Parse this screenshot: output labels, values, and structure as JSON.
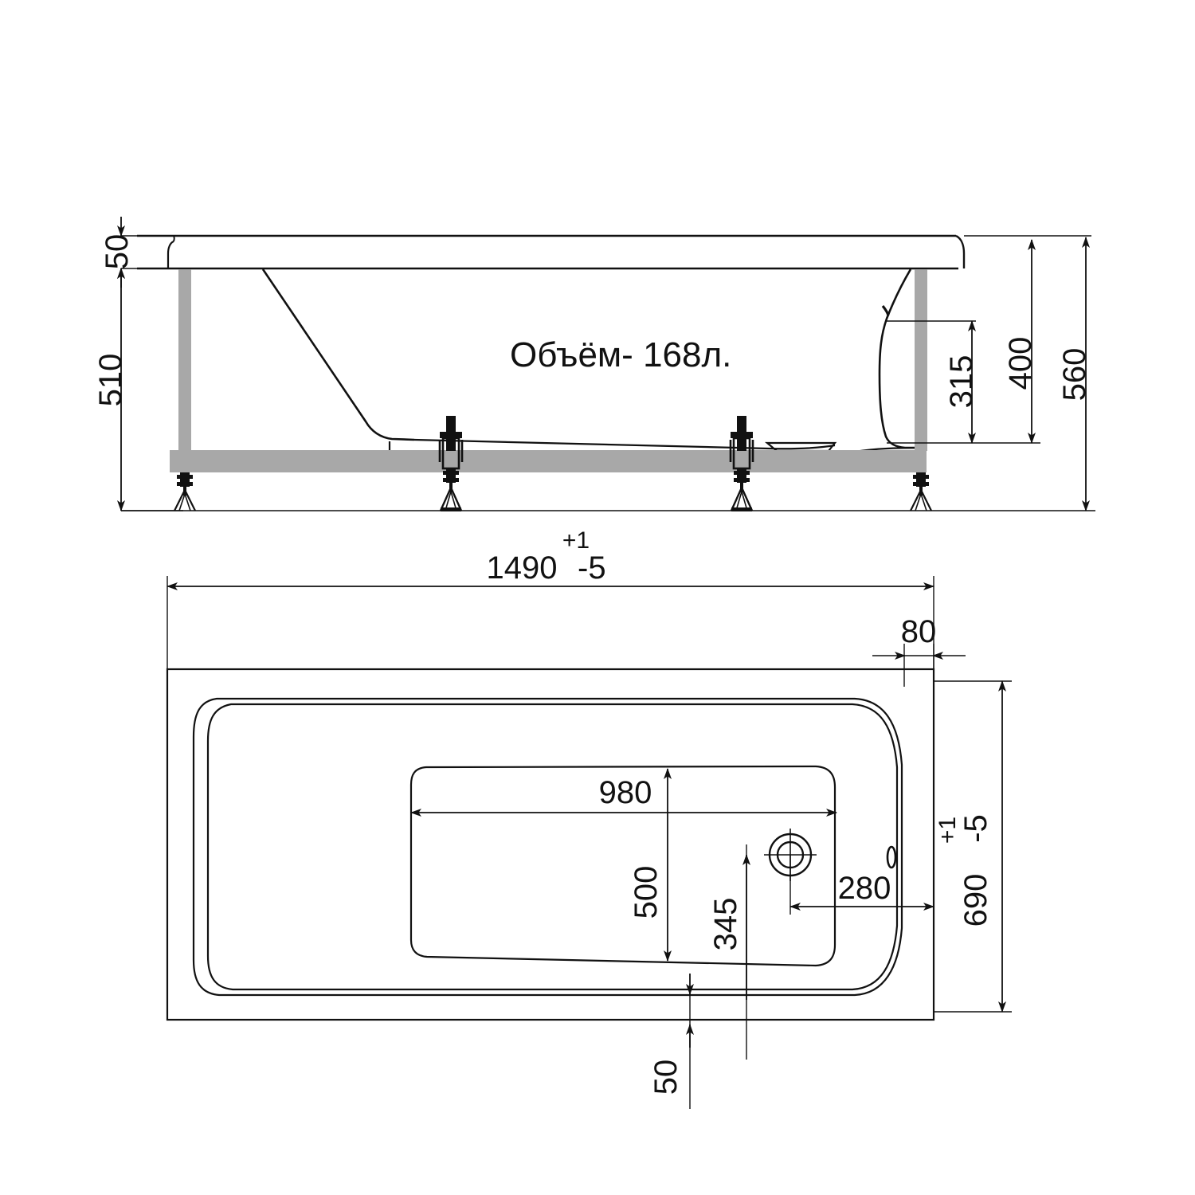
{
  "drawing": {
    "title": "Bathtub technical drawing",
    "units": "mm",
    "volume_note": "Объём- 168л.",
    "line_color": "#111111",
    "leg_color": "#a8a8a8",
    "background": "#ffffff"
  },
  "side_view": {
    "name": "side-elevation",
    "dimensions": {
      "rim_thickness": "50",
      "body_height": "510",
      "overflow_height": "315",
      "inner_depth": "400",
      "total_height": "560"
    }
  },
  "plan_view": {
    "name": "plan-top-view",
    "dimensions": {
      "overall_length": "1490",
      "overall_length_tol_plus": "+1",
      "overall_length_tol_minus": "-5",
      "overall_width": "690",
      "overall_width_tol_plus": "+1",
      "overall_width_tol_minus": "-5",
      "edge_offset": "80",
      "inner_length": "980",
      "inner_width": "500",
      "drain_from_end": "280",
      "drain_from_side": "345",
      "bottom_offset": "50"
    }
  },
  "features": {
    "drain_icon": "drain-circle",
    "overflow_icon": "overflow-slot"
  }
}
